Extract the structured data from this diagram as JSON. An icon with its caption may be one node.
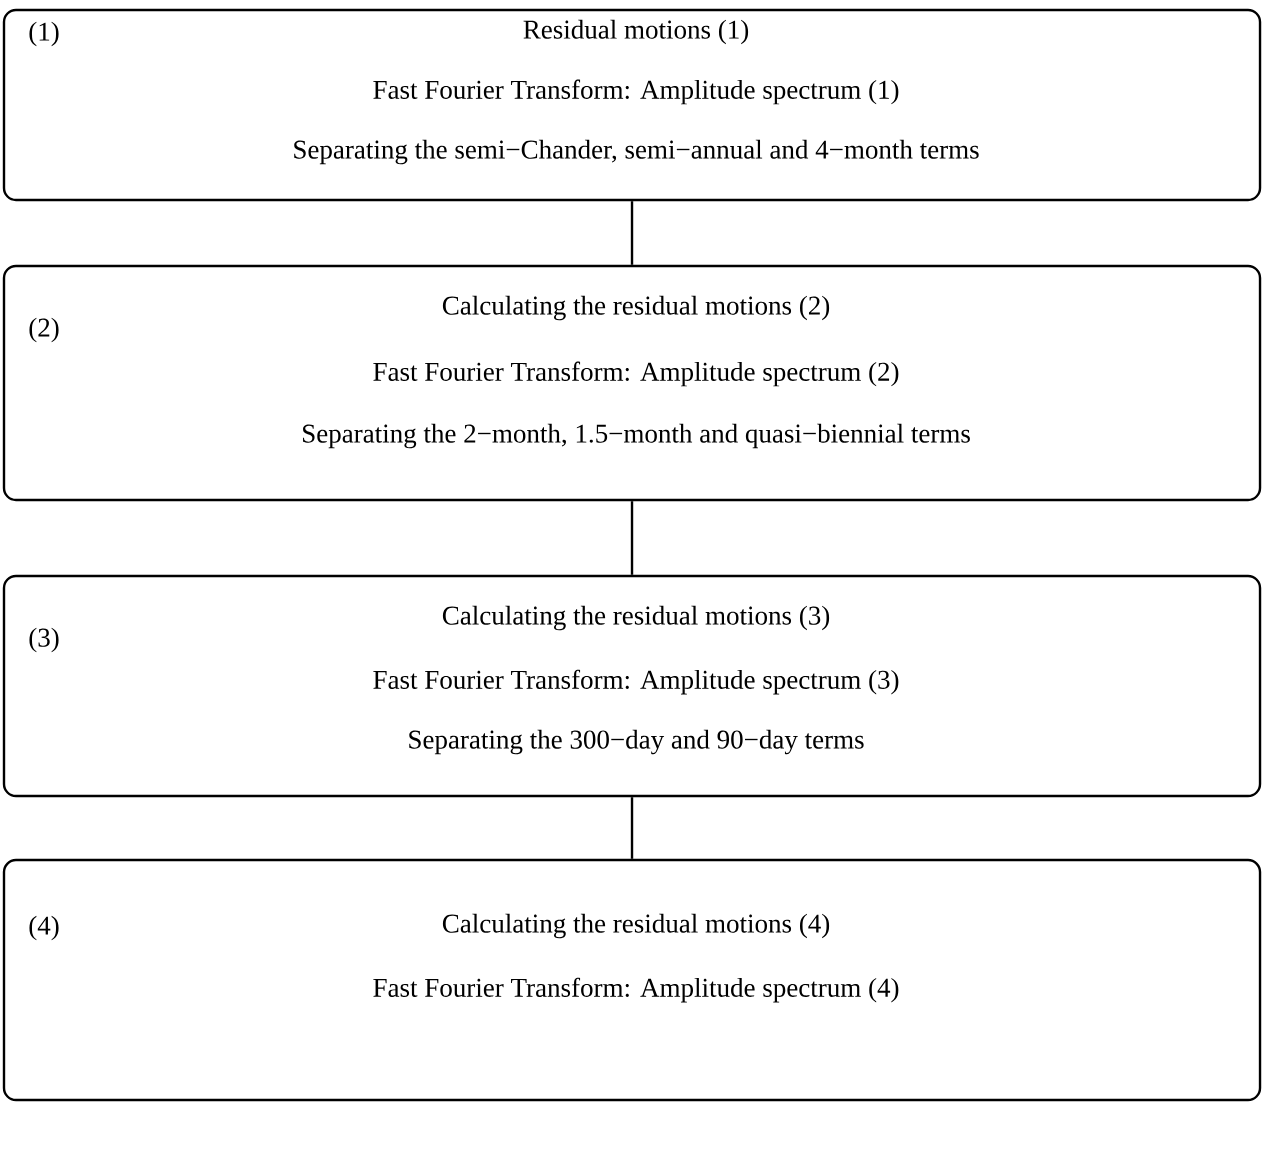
{
  "diagram": {
    "nodes": [
      {
        "text": [
          "(1)",
          "Residual motions (1)",
          "Fast Fourier Transform: Amplitude spectrum (1)",
          "Separating the semi−Chander, semi−annual and 4−month terms"
        ]
      },
      {
        "text": [
          "(2)",
          "Calculating the residual motions (2)",
          "Fast Fourier Transform: Amplitude spectrum (2)",
          "Separating the 2−month, 1.5−month and quasi−biennial terms"
        ]
      },
      {
        "text": [
          "(3)",
          "Calculating the residual motions (3)",
          "Fast Fourier Transform: Amplitude spectrum (3)",
          "Separating the 300−day and 90−day terms"
        ]
      },
      {
        "text": [
          "(4)",
          "Calculating the residual motions (4)",
          "Fast Fourier Transform: Amplitude spectrum (4)"
        ]
      }
    ],
    "edges": [
      {
        "from": 0,
        "to": 1,
        "arrow": "none"
      },
      {
        "from": 1,
        "to": 2,
        "arrow": "none"
      },
      {
        "from": 2,
        "to": 3,
        "arrow": "none"
      }
    ]
  }
}
